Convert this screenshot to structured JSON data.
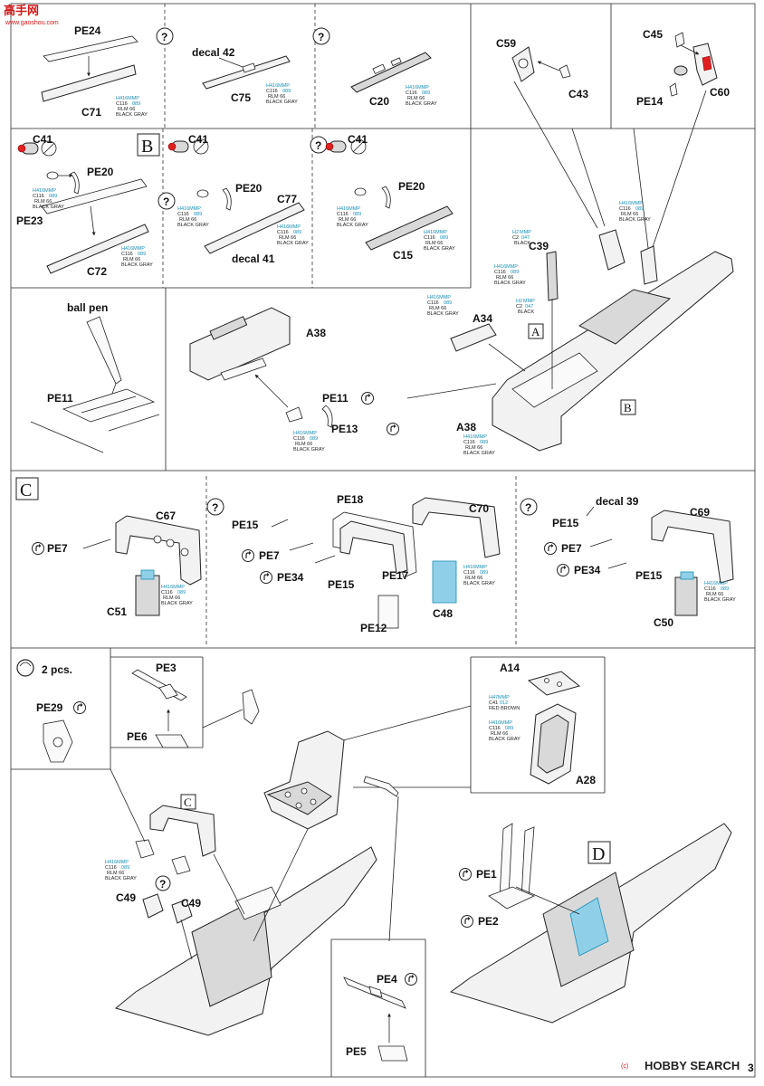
{
  "watermark_top": {
    "logo": "高手网",
    "url": "www.gaoshou.com"
  },
  "watermark_bottom": {
    "brand": "HOBBY SEARCH",
    "prefix": "(c)"
  },
  "page_number": "3",
  "paint_labels": {
    "h416": "H416MMP",
    "c116": "C116",
    "n089": "089",
    "rlm66": "RLM 66",
    "black_gray": "BLACK GRAY",
    "h2": "H2",
    "mmp": "MMP",
    "c2": "C2",
    "n047": "047",
    "black": "BLACK",
    "h47": "H47",
    "c41": "C41",
    "n012": "012",
    "red_brown": "RED BROWN"
  },
  "step_markers": {
    "A": "A",
    "B": "B",
    "C": "C",
    "D": "D",
    "question": "?"
  },
  "section1": {
    "top": {
      "pe24": "PE24",
      "c71": "C71",
      "decal42": "decal 42",
      "c75": "C75",
      "c20": "C20",
      "c59": "C59",
      "c43": "C43",
      "c45": "C45",
      "pe14": "PE14",
      "c60": "C60"
    },
    "row2": {
      "c41": "C41",
      "pe20": "PE20",
      "pe23": "PE23",
      "c72": "C72",
      "c77": "C77",
      "decal41": "decal 41",
      "c15": "C15"
    },
    "row3": {
      "ball_pen": "ball pen",
      "pe11": "PE11",
      "a38": "A38",
      "pe13": "PE13",
      "c39": "C39",
      "a34": "A34"
    }
  },
  "section2": {
    "c67": "C67",
    "pe7": "PE7",
    "c51": "C51",
    "pe18": "PE18",
    "pe15": "PE15",
    "c70": "C70",
    "pe34": "PE34",
    "pe17": "PE17",
    "c48": "C48",
    "pe12": "PE12",
    "decal39": "decal 39",
    "c69": "C69",
    "c50": "C50"
  },
  "section3": {
    "two_pcs": "2 pcs.",
    "pe29": "PE29",
    "pe3": "PE3",
    "pe6": "PE6",
    "a14": "A14",
    "a28": "A28",
    "c49": "C49",
    "pe1": "PE1",
    "pe2": "PE2",
    "pe4": "PE4",
    "pe5": "PE5"
  }
}
